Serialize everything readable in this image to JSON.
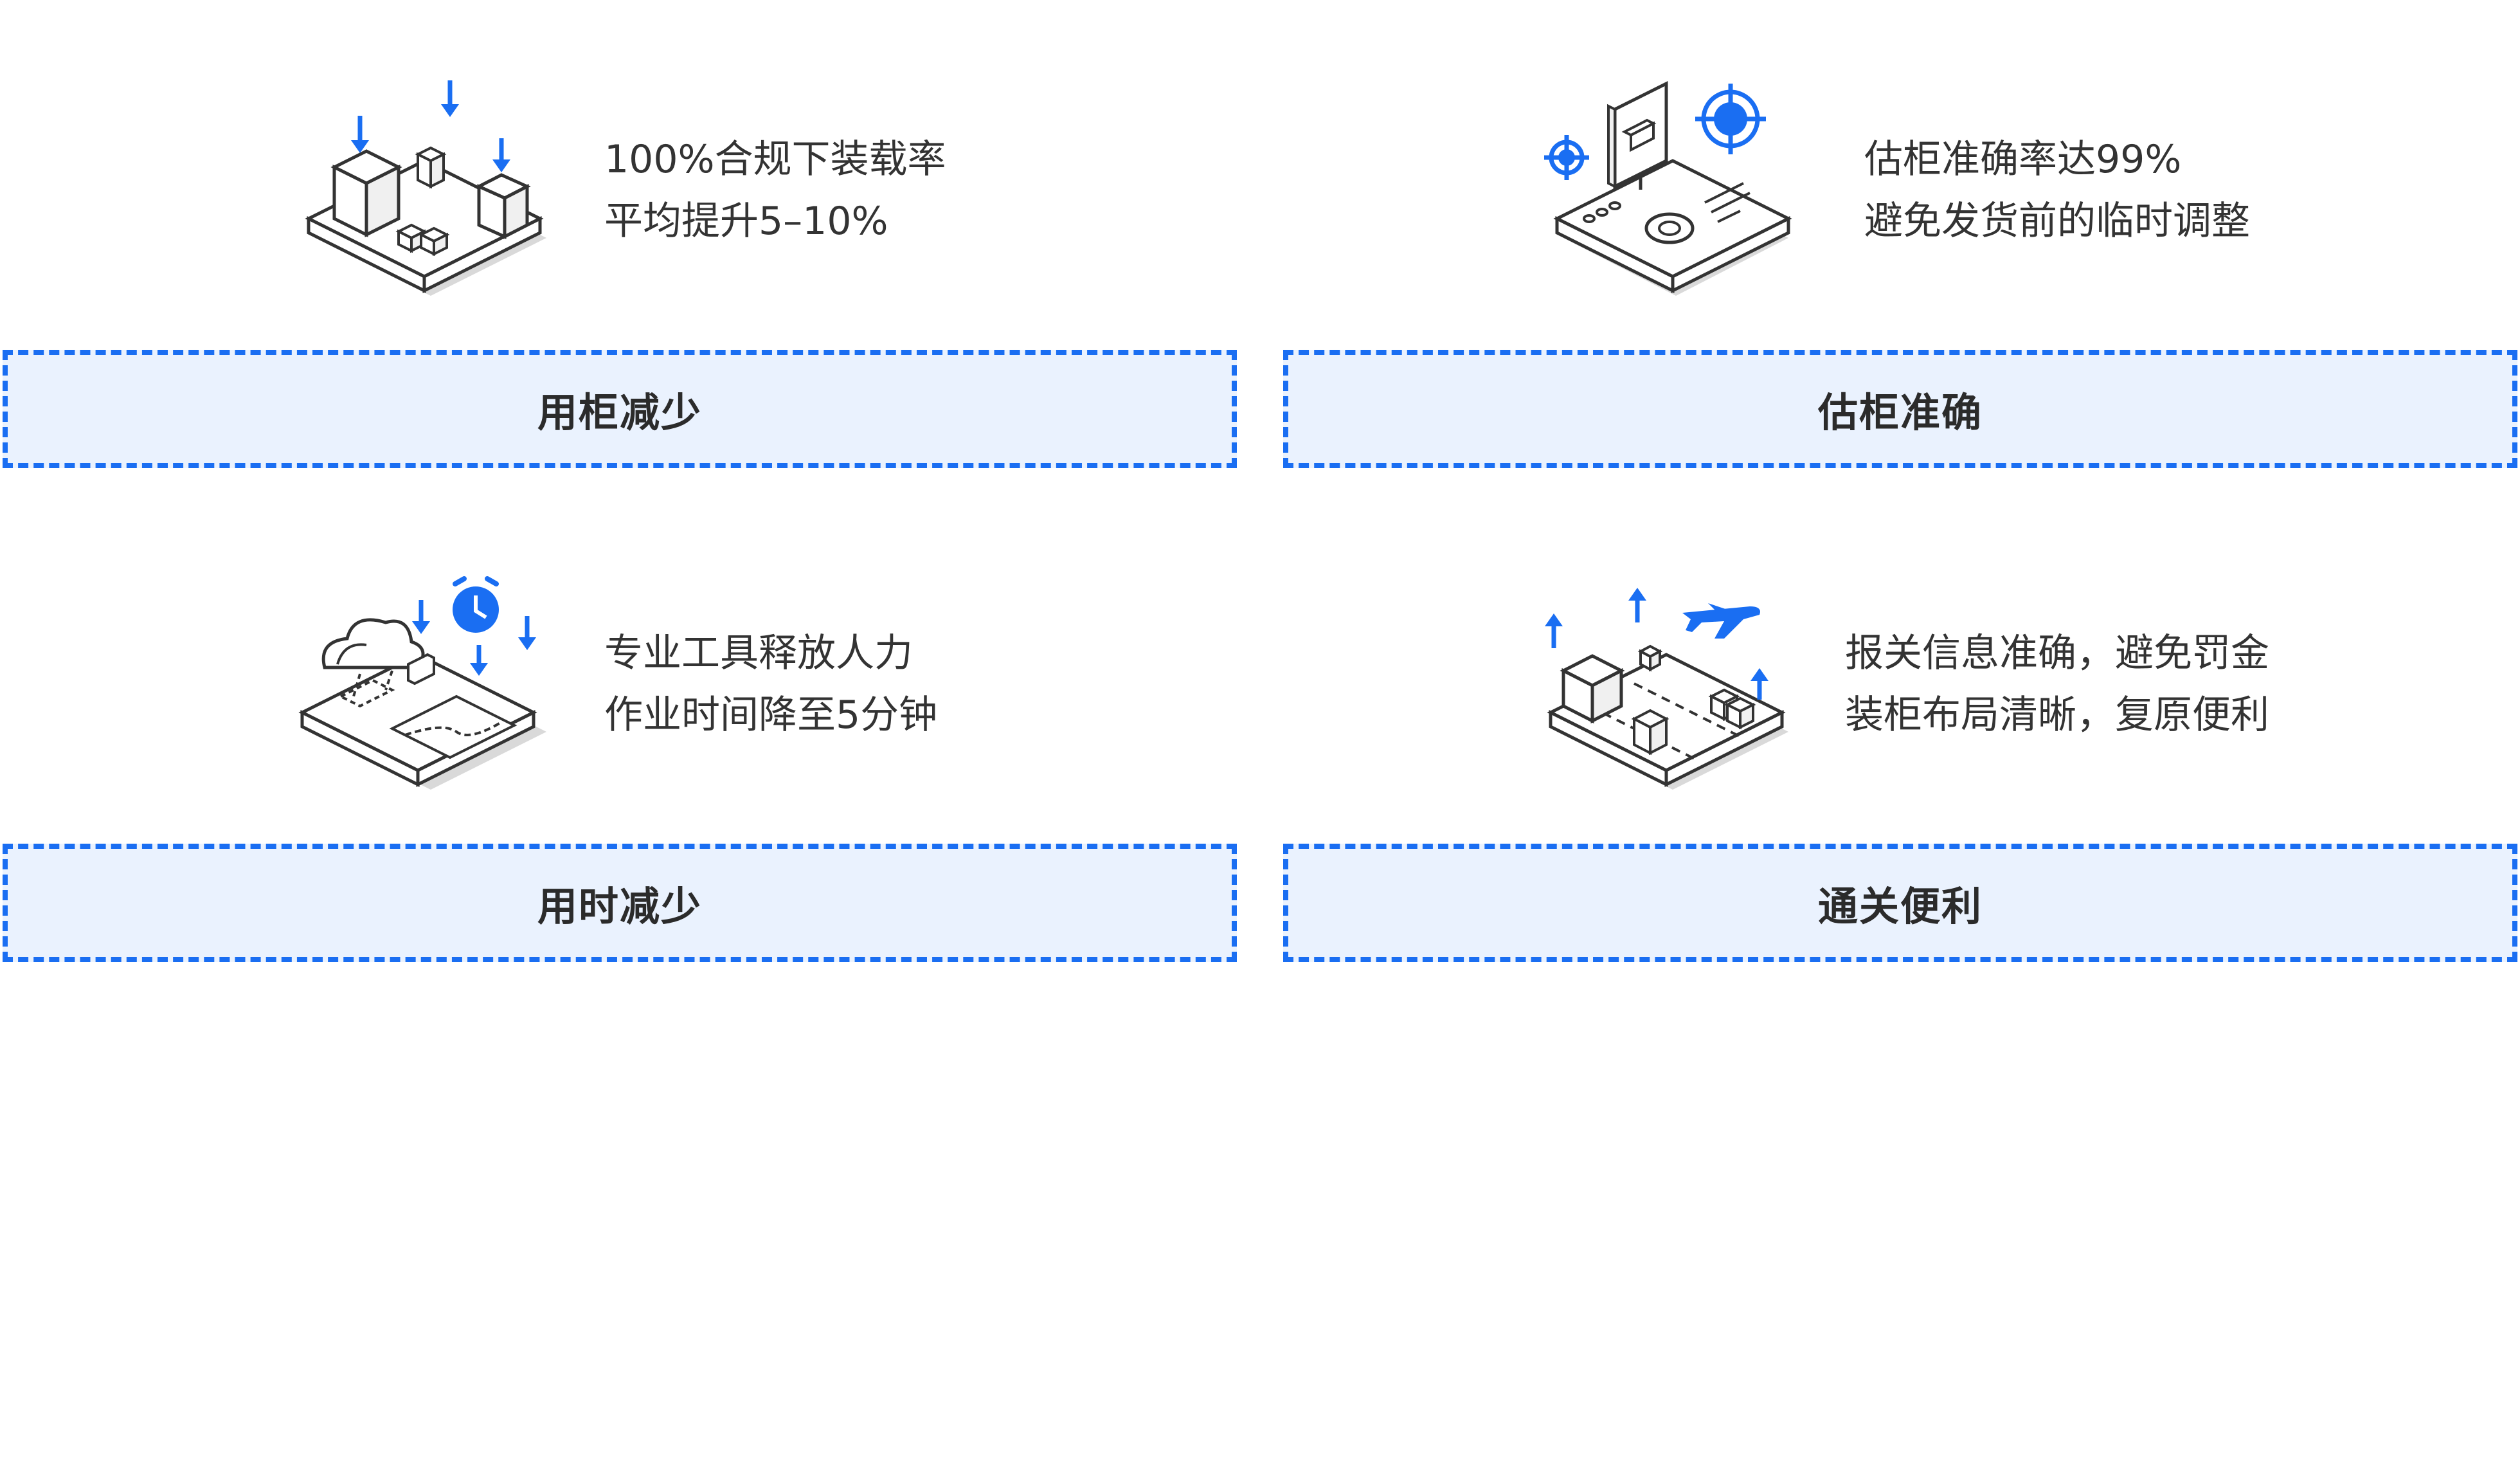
{
  "colors": {
    "accent": "#1a6ef2",
    "panel_fill": "#eaf2fe",
    "text": "#333333"
  },
  "cards": [
    {
      "icon": "container-loading-icon",
      "line1": "100%合规下装载率",
      "line2": "平均提升5–10%",
      "label": "用柜减少"
    },
    {
      "icon": "monitor-target-icon",
      "line1": "估柜准确率达99%",
      "line2": "避免发货前的临时调整",
      "label": "估柜准确"
    },
    {
      "icon": "cloud-clock-icon",
      "line1": "专业工具释放人力",
      "line2": "作业时间降至5分钟",
      "label": "用时减少"
    },
    {
      "icon": "airplane-customs-icon",
      "line1": "报关信息准确，避免罚金",
      "line2": "装柜布局清晰，复原便利",
      "label": "通关便利"
    }
  ]
}
